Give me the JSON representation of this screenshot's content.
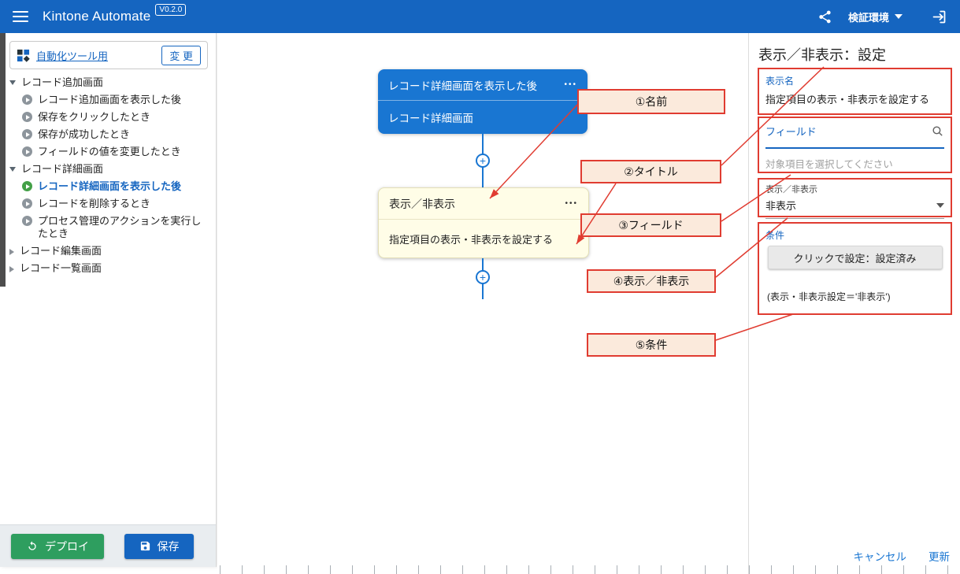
{
  "topbar": {
    "title": "Kintone Automate",
    "version": "V0.2.0",
    "env": "検証環境"
  },
  "sidebar": {
    "app": {
      "link": "自動化ツール用",
      "change": "変 更"
    },
    "tree": [
      {
        "label": "レコード追加画面",
        "kind": "group",
        "state": "expanded"
      },
      {
        "label": "レコード追加画面を表示した後",
        "kind": "event"
      },
      {
        "label": "保存をクリックしたとき",
        "kind": "event"
      },
      {
        "label": "保存が成功したとき",
        "kind": "event"
      },
      {
        "label": "フィールドの値を変更したとき",
        "kind": "event"
      },
      {
        "label": "レコード詳細画面",
        "kind": "group",
        "state": "expanded"
      },
      {
        "label": "レコード詳細画面を表示した後",
        "kind": "event",
        "active": true
      },
      {
        "label": "レコードを削除するとき",
        "kind": "event"
      },
      {
        "label": "プロセス管理のアクションを実行したとき",
        "kind": "event"
      },
      {
        "label": "レコード編集画面",
        "kind": "group",
        "state": "collapsed"
      },
      {
        "label": "レコード一覧画面",
        "kind": "group",
        "state": "collapsed"
      }
    ],
    "footer": {
      "deploy": "デプロイ",
      "save": "保存"
    }
  },
  "canvas": {
    "trigger": {
      "title": "レコード詳細画面を表示した後",
      "subtitle": "レコード詳細画面"
    },
    "action": {
      "title": "表示／非表示",
      "subtitle": "指定項目の表示・非表示を設定する"
    },
    "callouts": [
      {
        "label": "①名前"
      },
      {
        "label": "②タイトル"
      },
      {
        "label": "③フィールド"
      },
      {
        "label": "④表示／非表示"
      },
      {
        "label": "⑤条件"
      }
    ]
  },
  "panel": {
    "title": "表示／非表示：設定",
    "name": {
      "label": "表示名",
      "value": "指定項目の表示・非表示を設定する"
    },
    "field": {
      "label": "フィールド",
      "placeholder": "対象項目を選択してください"
    },
    "visibility": {
      "label": "表示／非表示",
      "value": "非表示"
    },
    "condition": {
      "label": "条件",
      "button": "クリックで設定：設定済み",
      "note": "(表示・非表示設定＝'非表示')"
    },
    "cancel": "キャンセル",
    "update": "更新"
  },
  "colors": {
    "accent_blue": "#1565c0",
    "node_blue": "#1976d2",
    "annotation_red": "#e03c31",
    "deploy_green": "#2e9e5f",
    "action_node_bg": "#fffde7"
  }
}
